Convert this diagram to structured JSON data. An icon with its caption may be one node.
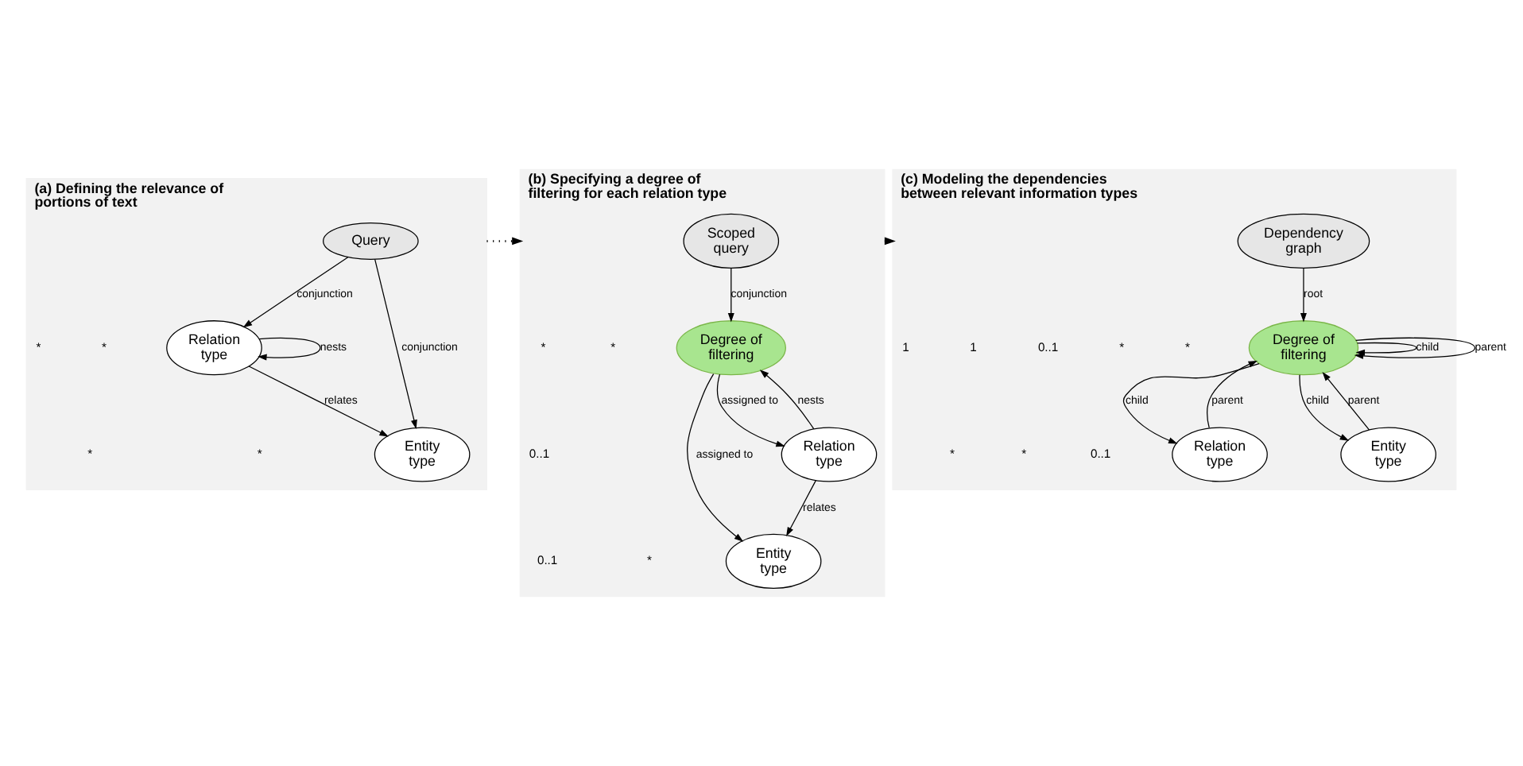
{
  "diagram": {
    "nodes": [
      {
        "text": [
          "(a) Defining the relevance of portions of text"
        ]
      },
      {
        "text": [
          "Query"
        ],
        "in": 0
      },
      {
        "text": [
          "Relation type"
        ],
        "in": 0
      },
      {
        "text": [
          "Entity type"
        ],
        "in": 0
      },
      {
        "text": [
          "(b) Specifying a degree of filtering for each relation type"
        ]
      },
      {
        "text": [
          "Scoped query"
        ],
        "in": 4
      },
      {
        "text": [
          "Degree of filtering"
        ],
        "in": 4
      },
      {
        "text": [
          "Relation type"
        ],
        "in": 4
      },
      {
        "text": [
          "Entity type"
        ],
        "in": 4
      },
      {
        "text": [
          "(c) Modeling the dependencies between relevant information types"
        ]
      },
      {
        "text": [
          "Dependency graph"
        ],
        "in": 9
      },
      {
        "text": [
          "Degree of filtering"
        ],
        "in": 9
      },
      {
        "text": [
          "Relation type"
        ],
        "in": 9
      },
      {
        "text": [
          "Entity type"
        ],
        "in": 9
      }
    ],
    "edges": [
      {
        "from": 1,
        "to": 2,
        "arrow": "to",
        "label": "conjunction"
      },
      {
        "from": 1,
        "to": 3,
        "arrow": "to",
        "label": "conjunction"
      },
      {
        "from": 2,
        "to": 2,
        "arrow": "to",
        "label": "nests"
      },
      {
        "from": 2,
        "to": 3,
        "arrow": "to",
        "label": "relates"
      },
      {
        "from": 0,
        "to": 4,
        "arrow": "to",
        "style": "dashed"
      },
      {
        "from": 5,
        "to": 6,
        "arrow": "to",
        "label": "conjunction"
      },
      {
        "from": 6,
        "to": 7,
        "arrow": "to",
        "label": "assigned to"
      },
      {
        "from": 7,
        "to": 6,
        "arrow": "to",
        "label": "nests"
      },
      {
        "from": 7,
        "to": 8,
        "arrow": "to",
        "label": "relates"
      },
      {
        "from": 6,
        "to": 8,
        "arrow": "to",
        "label": "assigned to"
      },
      {
        "from": 4,
        "to": 9,
        "arrow": "to",
        "style": "dashed"
      },
      {
        "from": 10,
        "to": 11,
        "arrow": "to",
        "label": "root"
      },
      {
        "from": 11,
        "to": 11,
        "arrow": "to",
        "label": "child"
      },
      {
        "from": 11,
        "to": 11,
        "arrow": "to",
        "label": "parent"
      },
      {
        "from": 11,
        "to": 12,
        "arrow": "to",
        "label": "child"
      },
      {
        "from": 12,
        "to": 11,
        "arrow": "to",
        "label": "parent"
      },
      {
        "from": 11,
        "to": 13,
        "arrow": "to",
        "label": "child"
      },
      {
        "from": 13,
        "to": 11,
        "arrow": "to",
        "label": "parent"
      }
    ],
    "labels": [
      "*",
      "*",
      "*",
      "*",
      "*",
      "0..1",
      "*",
      "*",
      "0..1",
      "*",
      "*",
      "0..1",
      "1",
      "1",
      "0..1",
      "*",
      "*"
    ]
  }
}
